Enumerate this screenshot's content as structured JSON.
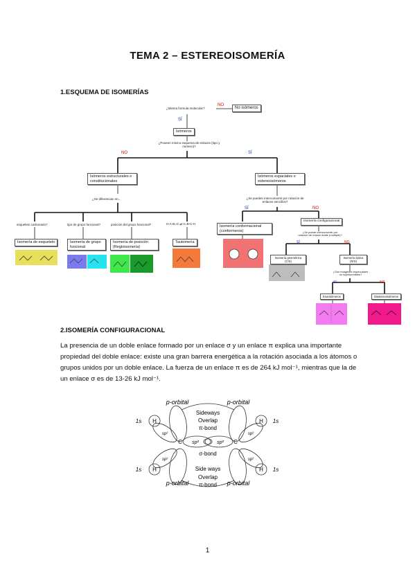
{
  "title": "TEMA 2 – ESTEREOISOMERÍA",
  "section1": {
    "heading": "1.ESQUEMA DE ISOMERÍAS",
    "q_same_formula": "¿Misma formula molecular?",
    "no1": "NO",
    "not_isomers": "No isómeros",
    "si1": "SÍ",
    "isomers": "Isómeros",
    "q_same_scheme": "¿Poseen mismo esquema de enlaces (tipo y numero)?",
    "no2": "NO",
    "si2": "SÍ",
    "structural": "Isómeros estructurales o constitucionales",
    "spatial": "Isómeros espaciales o estereoisómeros",
    "q_differ": "¿Se diferencian en...",
    "q_interconvert": "¿Se pueden interconvertir por rotación de enlaces sencillos?",
    "branches": [
      "esqueleto carbonado?",
      "tipo de grupo funcional?",
      "posición del grupo funcional?",
      "H-A-B=C ⇌ A=B-C-H"
    ],
    "skeleton": "Isomería de esqueleto",
    "functional": "Isomería de grupo funcional",
    "position": "Isomería de posición (Regioisomería)",
    "tautomeria": "Tautomería",
    "si3": "SÍ",
    "no3": "NO",
    "conformational": "Isomería conformacional (conformeros)",
    "configurational": "Isomería configuracional",
    "q_config": "¿Se puede interconvertir por rotación de enlace doble (múltiple)?",
    "si4": "SÍ",
    "no4": "NO",
    "geometric": "Isomería geométrica (CIS)",
    "optical": "Isomería óptica (R/S)",
    "q_mirror": "¿Son imágenes especulares no superponibles?",
    "si5": "SÍ",
    "no5": "NO",
    "enantiomers": "Enantiómeros",
    "diastereomers": "Diastereoisómeros",
    "colors": {
      "skeleton": "#e8e05a",
      "func1": "#7b7bf0",
      "func2": "#27e3ee",
      "pos1": "#3fe84a",
      "pos2": "#1a9a2a",
      "tauto": "#f47a3c",
      "conform": "#f07272",
      "geom": "#bdbdbd",
      "enant": "#f27cf0",
      "diast": "#f01a8c"
    }
  },
  "section2": {
    "heading": "2.ISOMERÍA CONFIGURACIONAL",
    "paragraph": "La presencia de un doble enlace formado por un enlace σ y un enlace π explica una importante propiedad del doble enlace: existe una gran barrera energética a la rotación asociada a los átomos o grupos unidos por un doble enlace. La fuerza de un enlace π es de 264 kJ mol⁻¹, mientras que la de un enlace σ es de 13-26 kJ mol⁻¹."
  },
  "orbital_diagram": {
    "p_orbital_tl": "p-orbital",
    "p_orbital_tr": "p-orbital",
    "p_orbital_bl": "p-orbital",
    "p_orbital_br": "p-orbital",
    "sideways_top": "Sideways",
    "overlap_top": "Overlap",
    "pi_bond_top": "π-bond",
    "sigma_bond": "σ-bond",
    "sideways_bottom": "Side ways",
    "overlap_bottom": "Overlap",
    "pi_bond_bottom": "π-bond",
    "s1": "1s",
    "H": "H",
    "C": "C",
    "sp2": "sp²"
  },
  "page_number": "1"
}
